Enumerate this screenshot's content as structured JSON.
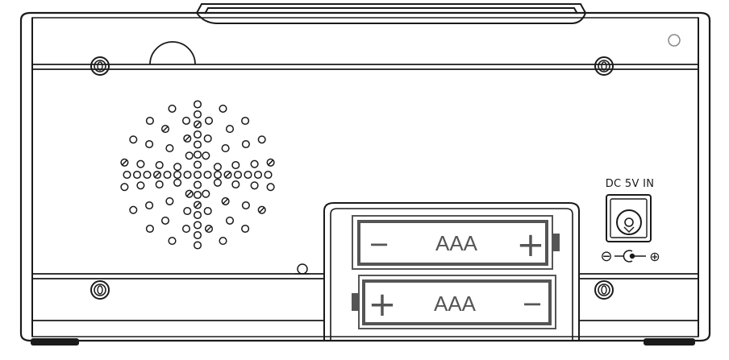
{
  "colors": {
    "outline": "#1a1a1a",
    "battery_outline": "#555555",
    "background": "#ffffff"
  },
  "power_input": {
    "label": "DC 5V IN",
    "polarity_negative": "⊖",
    "polarity_positive": "⊕"
  },
  "batteries": [
    {
      "label": "AAA",
      "left_sign": "−",
      "right_sign": "+"
    },
    {
      "label": "AAA",
      "left_sign": "+",
      "right_sign": "−"
    }
  ],
  "speaker_grille_icon": "speaker-grille-icon",
  "screw_icon": "screw-icon"
}
